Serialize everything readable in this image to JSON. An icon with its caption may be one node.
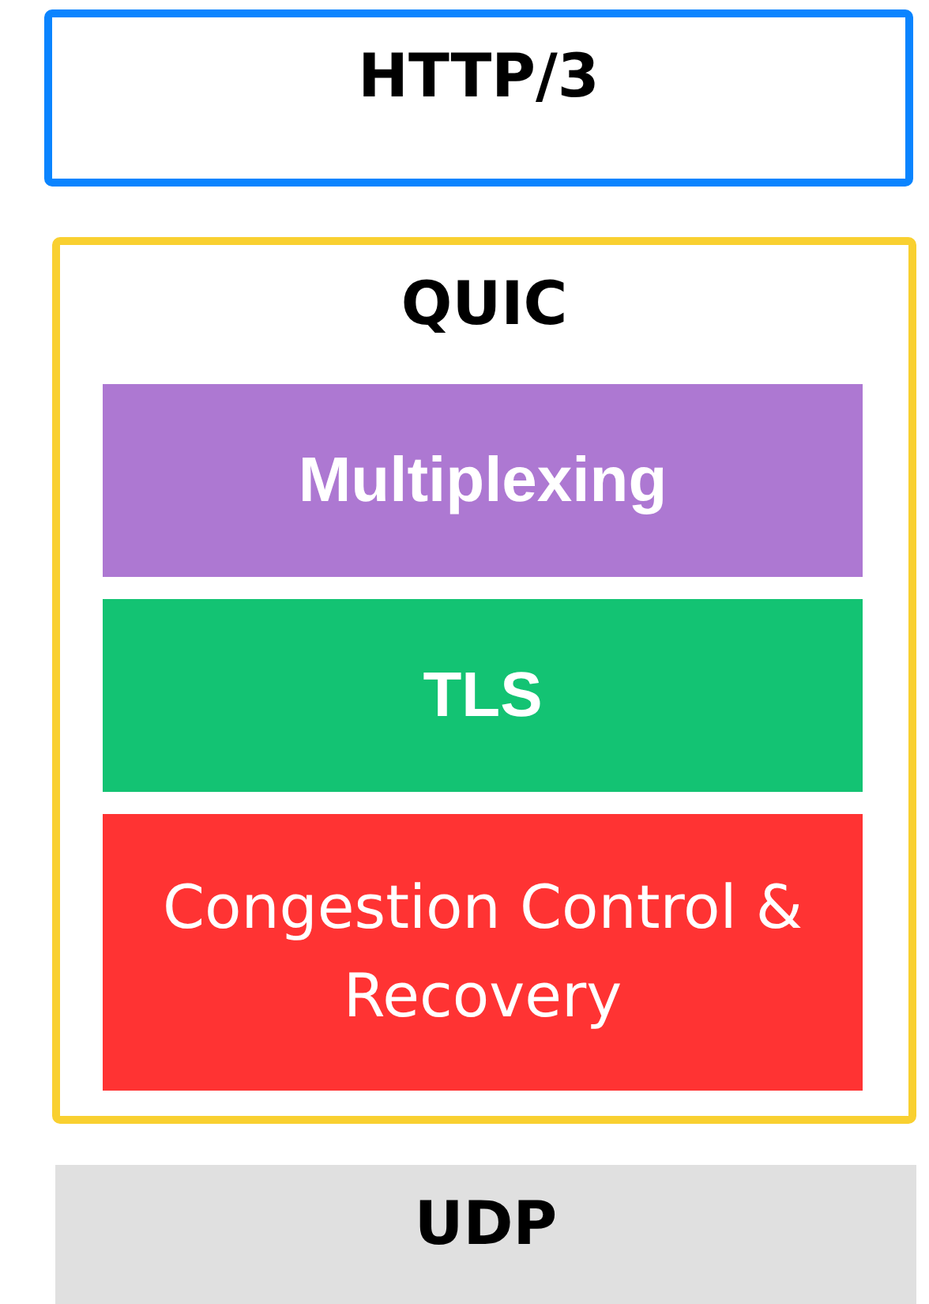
{
  "diagram": {
    "nodes": [
      {
        "text": [
          "HTTP/3"
        ]
      },
      {
        "text": [
          "QUIC"
        ]
      },
      {
        "text": [
          "Multiplexing"
        ],
        "in": 1
      },
      {
        "text": [
          "TLS"
        ],
        "in": 1
      },
      {
        "text": [
          "Congestion Control & Recovery"
        ],
        "in": 1
      },
      {
        "text": [
          "UDP"
        ]
      }
    ]
  }
}
